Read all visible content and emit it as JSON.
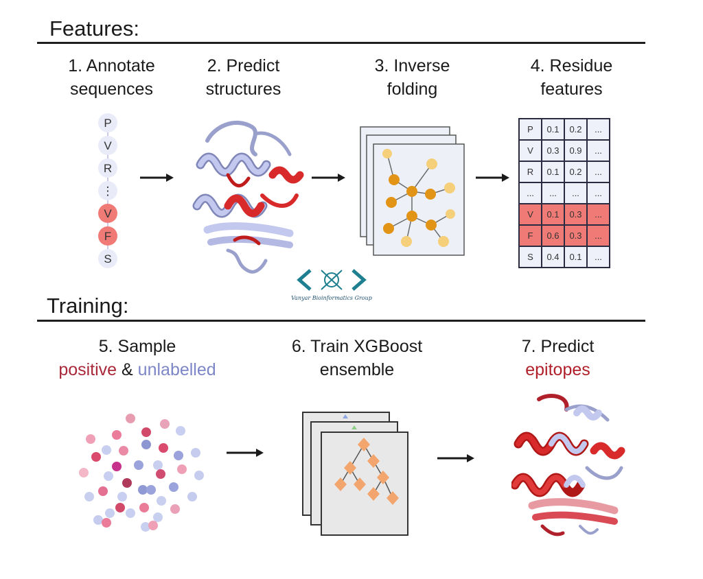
{
  "sections": {
    "features_title": "Features:",
    "training_title": "Training:"
  },
  "steps": {
    "s1": {
      "line1": "1. Annotate",
      "line2": "sequences"
    },
    "s2": {
      "line1": "2. Predict",
      "line2": "structures"
    },
    "s3": {
      "line1": "3. Inverse",
      "line2": "folding"
    },
    "s4": {
      "line1": "4. Residue",
      "line2": "features"
    },
    "s5": {
      "line1": "5. Sample",
      "positive": "positive",
      "amp": "&",
      "unlabelled": "unlabelled"
    },
    "s6": {
      "line1": "6. Train XGBoost",
      "line2": "ensemble"
    },
    "s7": {
      "line1": "7. Predict",
      "line2": "epitopes"
    }
  },
  "sequence": [
    "P",
    "V",
    "R",
    "⋮",
    "V",
    "F",
    "S"
  ],
  "sequence_highlighted": [
    false,
    false,
    false,
    false,
    true,
    true,
    false
  ],
  "feature_table": [
    {
      "residue": "P",
      "f1": "0.1",
      "f2": "0.2",
      "more": "...",
      "highlight": false
    },
    {
      "residue": "V",
      "f1": "0.3",
      "f2": "0.9",
      "more": "...",
      "highlight": false
    },
    {
      "residue": "R",
      "f1": "0.1",
      "f2": "0.2",
      "more": "...",
      "highlight": false
    },
    {
      "residue": "...",
      "f1": "...",
      "f2": "...",
      "more": "...",
      "highlight": false
    },
    {
      "residue": "V",
      "f1": "0.1",
      "f2": "0.3",
      "more": "...",
      "highlight": true
    },
    {
      "residue": "F",
      "f1": "0.6",
      "f2": "0.3",
      "more": "...",
      "highlight": true
    },
    {
      "residue": "S",
      "f1": "0.4",
      "f2": "0.1",
      "more": "...",
      "highlight": false
    }
  ],
  "watermark": {
    "text": "Vanyar Bioinformatics Group"
  },
  "colors": {
    "positive": "#a8283a",
    "unlabelled": "#7d86c6",
    "highlight_red": "#f07a75",
    "protein_blue": "#b9bfe8",
    "protein_red": "#d82a2a",
    "node_orange": "#e29416",
    "node_light": "#f5cf7a",
    "tree_orange": "#f2a56c"
  }
}
